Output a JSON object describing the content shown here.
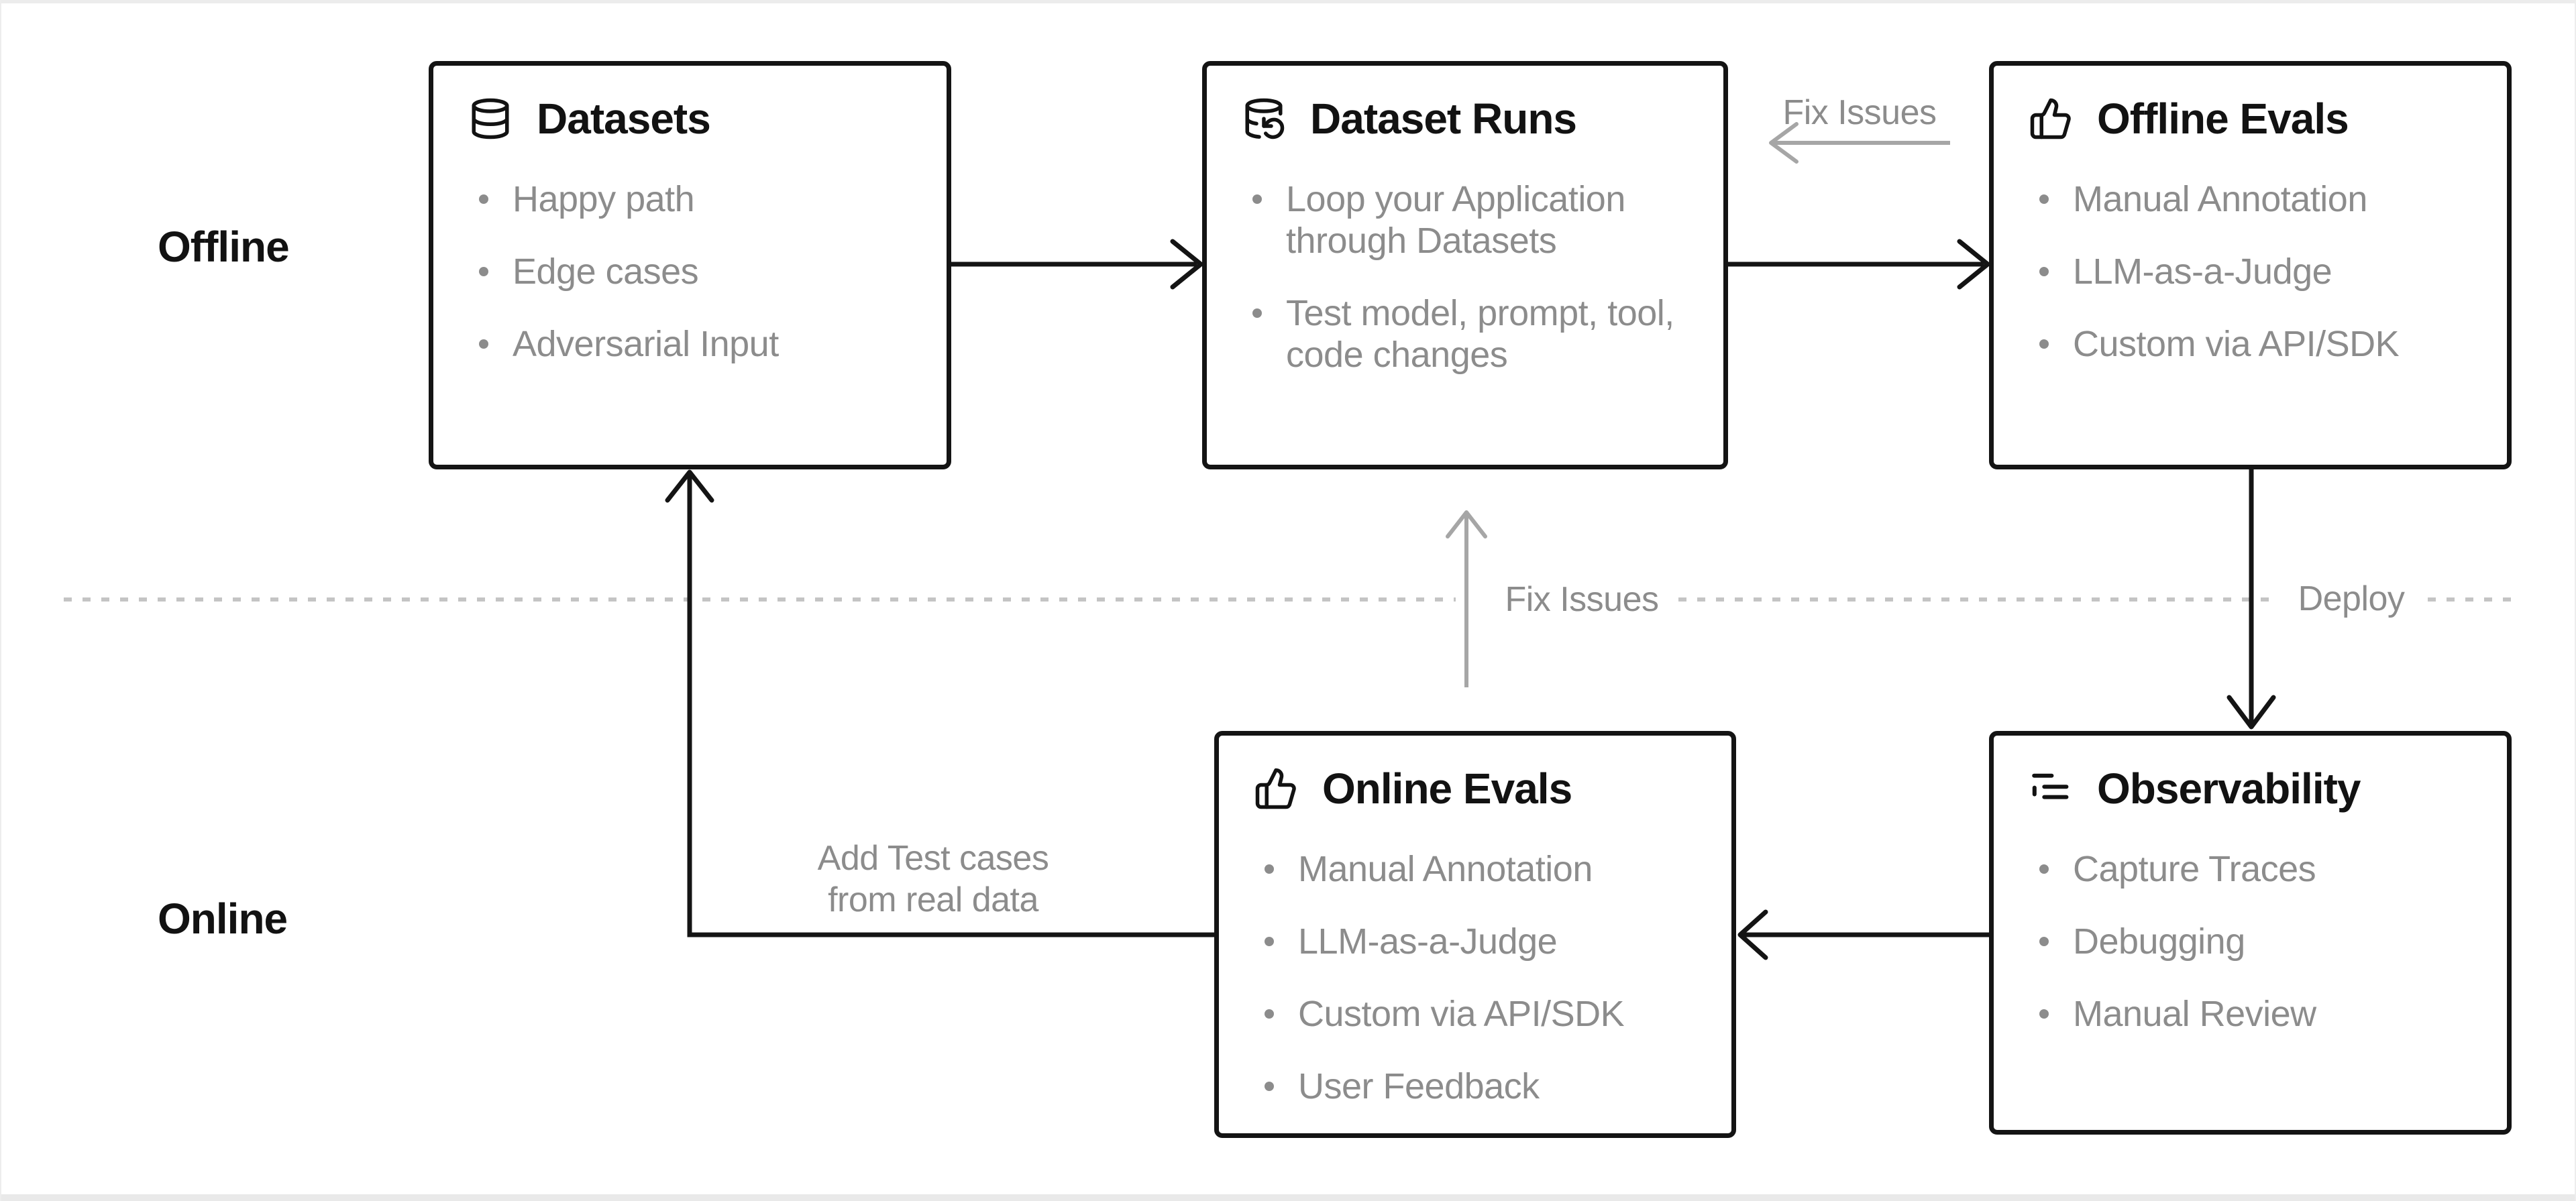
{
  "sections": {
    "offline": "Offline",
    "online": "Online"
  },
  "boxes": {
    "datasets": {
      "title": "Datasets",
      "icon": "database-icon",
      "bullets": [
        "Happy path",
        "Edge cases",
        "Adversarial Input"
      ]
    },
    "dataset_runs": {
      "title": "Dataset Runs",
      "icon": "database-run-icon",
      "bullets": [
        "Loop your Application through Datasets",
        "Test model, prompt, tool, code changes"
      ]
    },
    "offline_evals": {
      "title": "Offline Evals",
      "icon": "thumbs-up-icon",
      "bullets": [
        "Manual Annotation",
        "LLM-as-a-Judge",
        "Custom via API/SDK"
      ]
    },
    "online_evals": {
      "title": "Online Evals",
      "icon": "thumbs-up-icon",
      "bullets": [
        "Manual Annotation",
        "LLM-as-a-Judge",
        "Custom via API/SDK",
        "User Feedback"
      ]
    },
    "observability": {
      "title": "Observability",
      "icon": "trace-list-icon",
      "bullets": [
        "Capture Traces",
        "Debugging",
        "Manual Review"
      ]
    }
  },
  "edges": {
    "fix_issues_top": "Fix Issues",
    "fix_issues_mid": "Fix Issues",
    "deploy": "Deploy",
    "add_test_cases_line1": "Add Test cases",
    "add_test_cases_line2": "from real data"
  },
  "colors": {
    "node_border": "#141414",
    "bullet_text": "#8c8c8c",
    "gray_arrow": "#a6a6a6",
    "dashed_divider": "#c4c4c4"
  }
}
